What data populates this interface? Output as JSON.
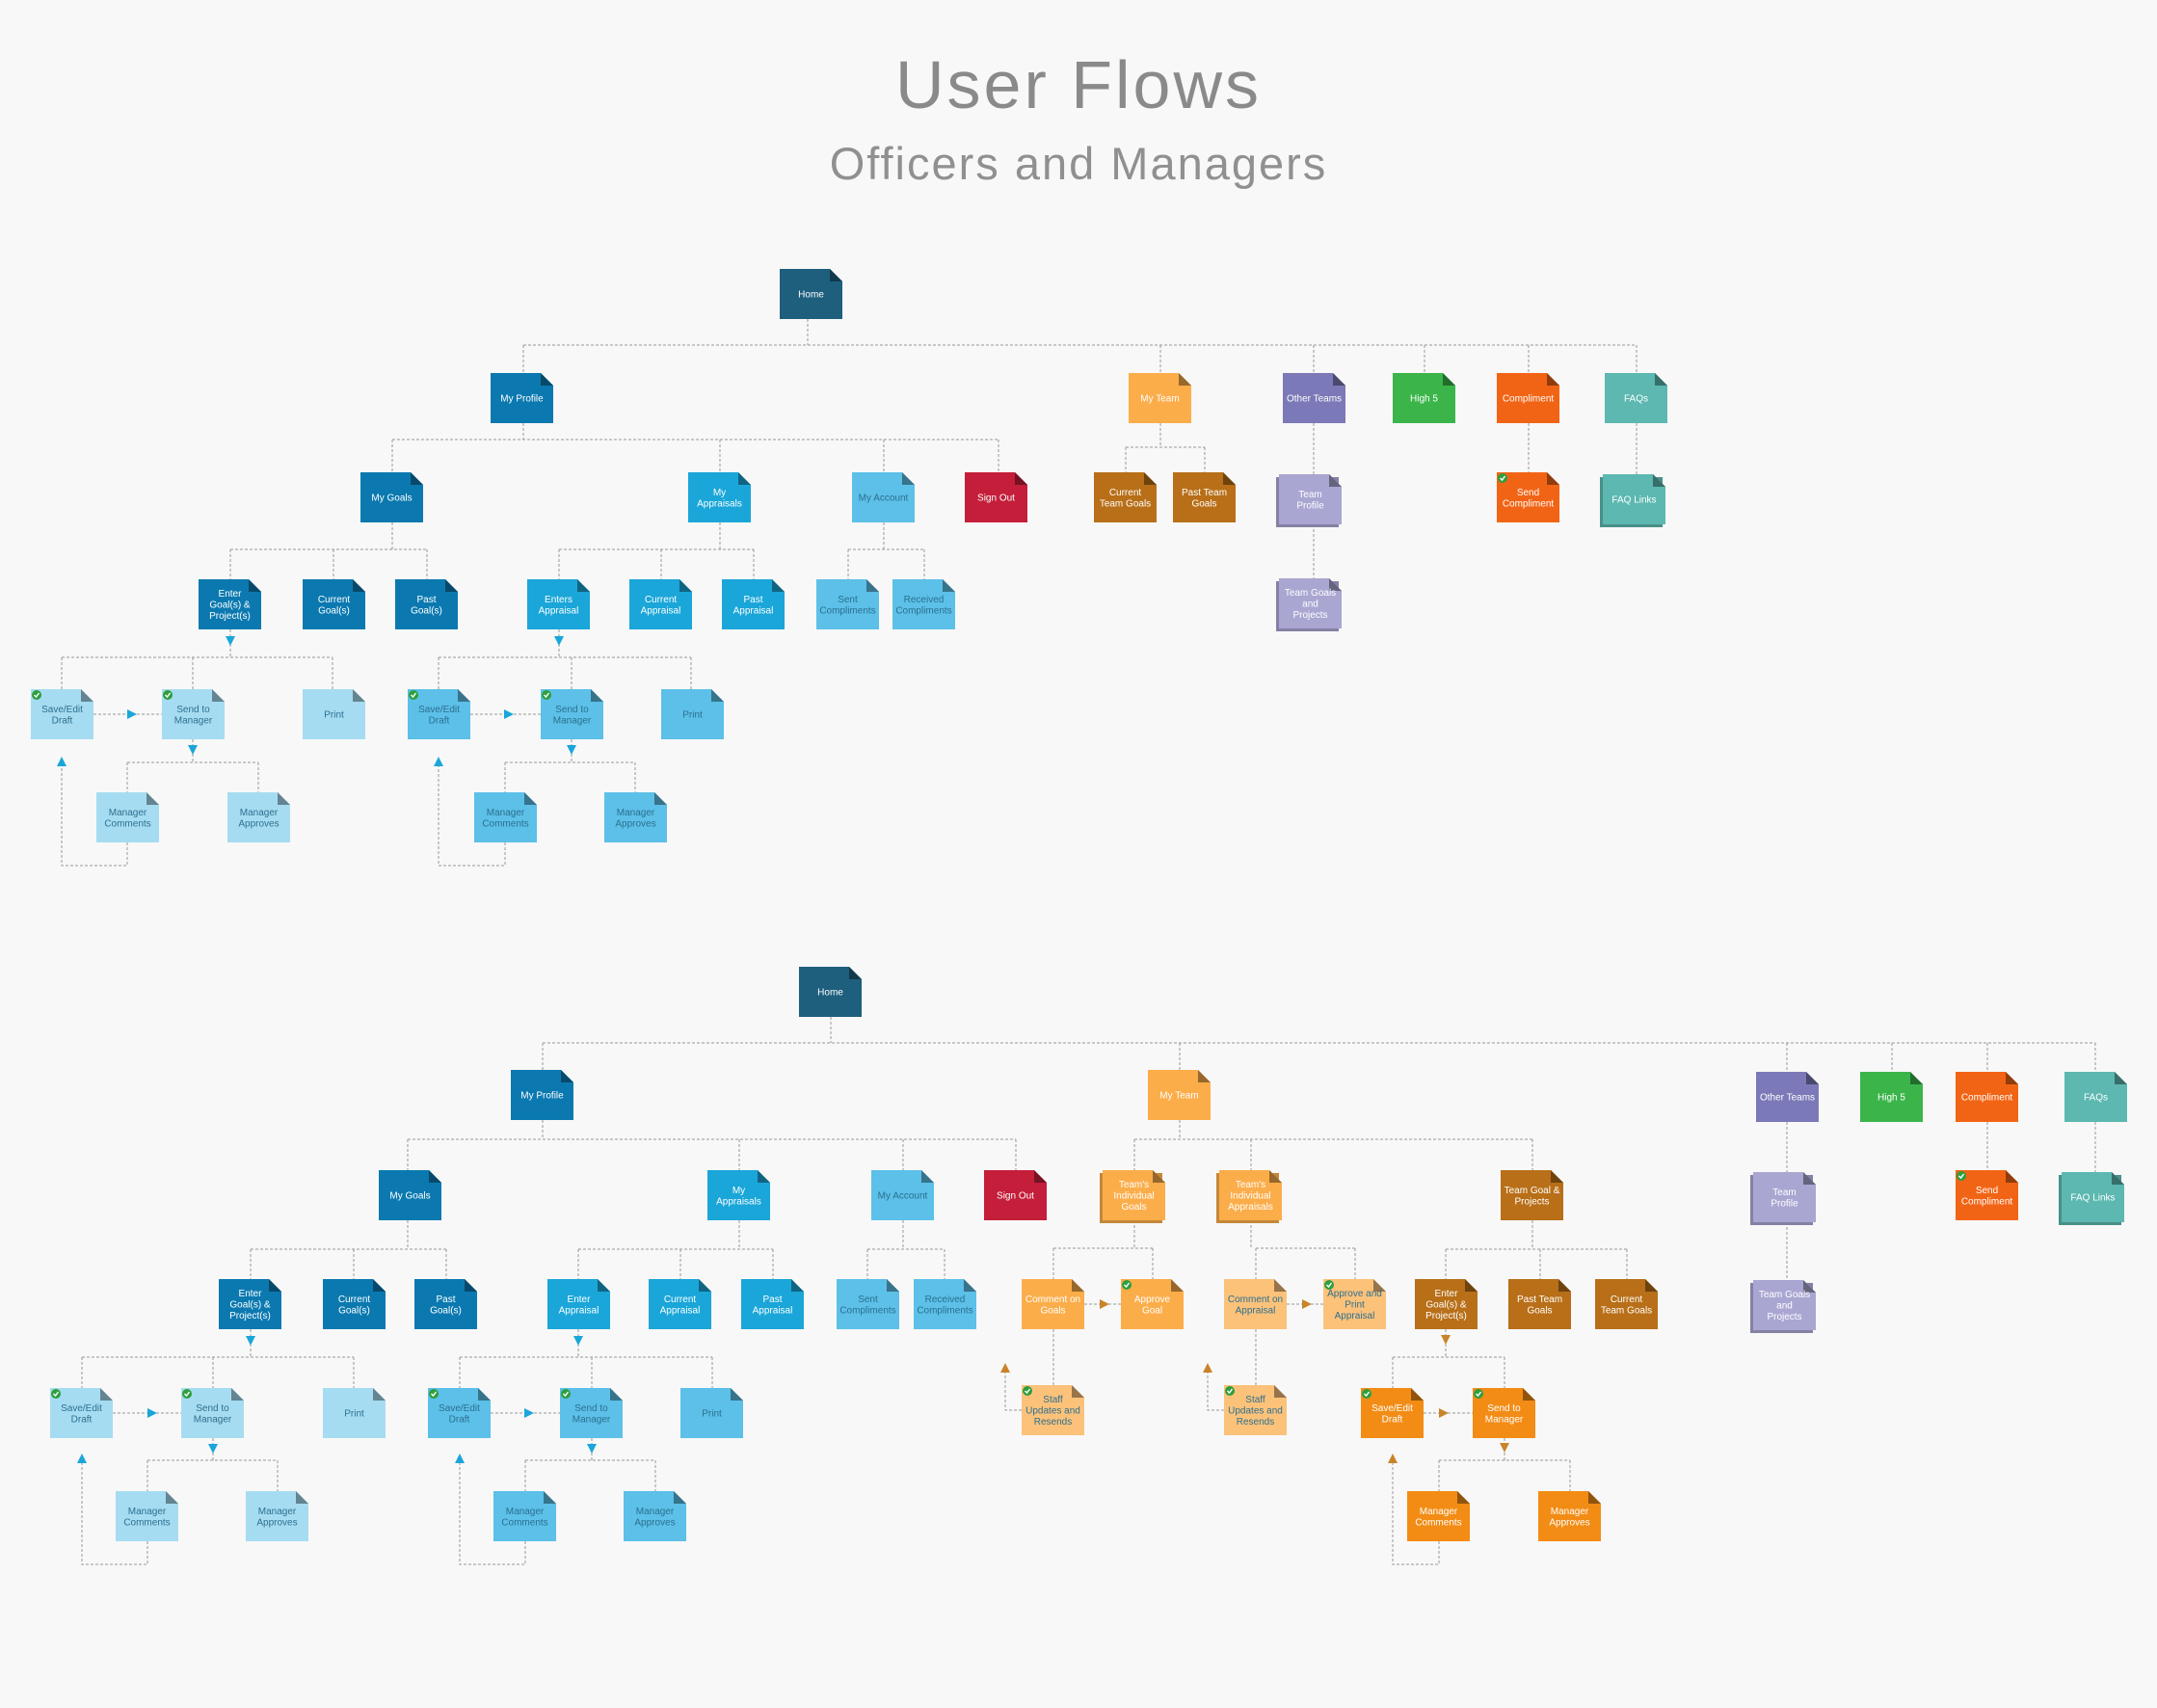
{
  "title": "User Flows",
  "subtitle": "Officers and Managers",
  "colors": {
    "home": "#1e5f7e",
    "profile": "#0b79b0",
    "profileMid": "#1aa6d9",
    "light": "#5cc0e8",
    "pale": "#a6dcf1",
    "team": "#fbad4a",
    "teamDark": "#b86f18",
    "teamLight": "#fcc27a",
    "teamOrange": "#f28c15",
    "purple": "#7b79b7",
    "purpleLight": "#a9a6d2",
    "green": "#3bb54a",
    "orange": "#f26415",
    "teal": "#5cb8b0",
    "red": "#c41e3a",
    "line": "#999999",
    "arrow": "#1aa6d9",
    "arrowOrange": "#c9842a"
  },
  "flows": [
    {
      "name": "flow-officers",
      "nodes": [
        {
          "id": "home",
          "label": "Home",
          "c": "home"
        },
        {
          "id": "profile",
          "label": "My Profile",
          "c": "profile"
        },
        {
          "id": "team",
          "label": "My Team",
          "c": "team"
        },
        {
          "id": "other",
          "label": "Other Teams",
          "c": "purple"
        },
        {
          "id": "high5",
          "label": "High 5",
          "c": "green"
        },
        {
          "id": "compl",
          "label": "Compliment",
          "c": "orange"
        },
        {
          "id": "faqs",
          "label": "FAQs",
          "c": "teal"
        },
        {
          "id": "goals",
          "label": "My Goals",
          "c": "profile"
        },
        {
          "id": "appr",
          "label": "My Appraisals",
          "c": "profileMid"
        },
        {
          "id": "acct",
          "label": "My Account",
          "c": "light"
        },
        {
          "id": "signout",
          "label": "Sign Out",
          "c": "red"
        },
        {
          "id": "curteam",
          "label": "Current Team Goals",
          "c": "teamDark"
        },
        {
          "id": "pastteam",
          "label": "Past Team Goals",
          "c": "teamDark"
        },
        {
          "id": "tprof",
          "label": "Team Profile",
          "c": "purpleLight",
          "stack": true
        },
        {
          "id": "tgoals",
          "label": "Team Goals and Projects",
          "c": "purpleLight",
          "stack": true
        },
        {
          "id": "sendc",
          "label": "Send Compliment",
          "c": "orange",
          "check": true
        },
        {
          "id": "faql",
          "label": "FAQ Links",
          "c": "teal",
          "stack": true
        },
        {
          "id": "enter",
          "label": "Enter Goal(s) & Project(s)",
          "c": "profile"
        },
        {
          "id": "curg",
          "label": "Current Goal(s)",
          "c": "profile"
        },
        {
          "id": "pastg",
          "label": "Past Goal(s)",
          "c": "profile"
        },
        {
          "id": "entapp",
          "label": "Enters Appraisal",
          "c": "profileMid"
        },
        {
          "id": "curapp",
          "label": "Current Appraisal",
          "c": "profileMid"
        },
        {
          "id": "pastapp",
          "label": "Past Appraisal",
          "c": "profileMid"
        },
        {
          "id": "sent",
          "label": "Sent Compliments",
          "c": "light"
        },
        {
          "id": "recv",
          "label": "Received Compliments",
          "c": "light"
        },
        {
          "id": "save1",
          "label": "Save/Edit Draft",
          "c": "pale",
          "check": true
        },
        {
          "id": "send1",
          "label": "Send to Manager",
          "c": "pale",
          "check": true
        },
        {
          "id": "print1",
          "label": "Print",
          "c": "pale"
        },
        {
          "id": "mc1",
          "label": "Manager Comments",
          "c": "pale"
        },
        {
          "id": "ma1",
          "label": "Manager Approves",
          "c": "pale"
        },
        {
          "id": "save2",
          "label": "Save/Edit Draft",
          "c": "light",
          "check": true
        },
        {
          "id": "send2",
          "label": "Send to Manager",
          "c": "light",
          "check": true
        },
        {
          "id": "print2",
          "label": "Print",
          "c": "light"
        },
        {
          "id": "mc2",
          "label": "Manager Comments",
          "c": "light"
        },
        {
          "id": "ma2",
          "label": "Manager Approves",
          "c": "light"
        }
      ]
    },
    {
      "name": "flow-managers",
      "nodes": [
        {
          "id": "home",
          "label": "Home",
          "c": "home"
        },
        {
          "id": "profile",
          "label": "My Profile",
          "c": "profile"
        },
        {
          "id": "team",
          "label": "My Team",
          "c": "team"
        },
        {
          "id": "other",
          "label": "Other Teams",
          "c": "purple"
        },
        {
          "id": "high5",
          "label": "High 5",
          "c": "green"
        },
        {
          "id": "compl",
          "label": "Compliment",
          "c": "orange"
        },
        {
          "id": "faqs",
          "label": "FAQs",
          "c": "teal"
        },
        {
          "id": "goals",
          "label": "My Goals",
          "c": "profile"
        },
        {
          "id": "appr",
          "label": "My Appraisals",
          "c": "profileMid"
        },
        {
          "id": "acct",
          "label": "My Account",
          "c": "light"
        },
        {
          "id": "signout",
          "label": "Sign Out",
          "c": "red"
        },
        {
          "id": "tindg",
          "label": "Team's Individual Goals",
          "c": "team",
          "stack": true
        },
        {
          "id": "tinda",
          "label": "Team's Individual Appraisals",
          "c": "team",
          "stack": true
        },
        {
          "id": "tgp",
          "label": "Team Goal & Projects",
          "c": "teamDark"
        },
        {
          "id": "tprof",
          "label": "Team Profile",
          "c": "purpleLight",
          "stack": true
        },
        {
          "id": "tgoals",
          "label": "Team Goals and Projects",
          "c": "purpleLight",
          "stack": true
        },
        {
          "id": "sendc",
          "label": "Send Compliment",
          "c": "orange",
          "check": true
        },
        {
          "id": "faql",
          "label": "FAQ Links",
          "c": "teal",
          "stack": true
        },
        {
          "id": "enter",
          "label": "Enter Goal(s) & Project(s)",
          "c": "profile"
        },
        {
          "id": "curg",
          "label": "Current Goal(s)",
          "c": "profile"
        },
        {
          "id": "pastg",
          "label": "Past Goal(s)",
          "c": "profile"
        },
        {
          "id": "entapp",
          "label": "Enter Appraisal",
          "c": "profileMid"
        },
        {
          "id": "curapp",
          "label": "Current Appraisal",
          "c": "profileMid"
        },
        {
          "id": "pastapp",
          "label": "Past Appraisal",
          "c": "profileMid"
        },
        {
          "id": "sent",
          "label": "Sent Compliments",
          "c": "light"
        },
        {
          "id": "recv",
          "label": "Received Compliments",
          "c": "light"
        },
        {
          "id": "comg",
          "label": "Comment on Goals",
          "c": "team"
        },
        {
          "id": "apg",
          "label": "Approve Goal",
          "c": "team",
          "check": true
        },
        {
          "id": "staff1",
          "label": "Staff Updates and Resends",
          "c": "teamLight",
          "check": true
        },
        {
          "id": "coma",
          "label": "Comment on Appraisal",
          "c": "teamLight"
        },
        {
          "id": "apa",
          "label": "Approve and Print Appraisal",
          "c": "teamLight",
          "check": true
        },
        {
          "id": "staff2",
          "label": "Staff Updates and Resends",
          "c": "teamLight",
          "check": true
        },
        {
          "id": "tenter",
          "label": "Enter Goal(s) & Project(s)",
          "c": "teamDark"
        },
        {
          "id": "tpast",
          "label": "Past Team Goals",
          "c": "teamDark"
        },
        {
          "id": "tcur",
          "label": "Current Team Goals",
          "c": "teamDark"
        },
        {
          "id": "tsave",
          "label": "Save/Edit Draft",
          "c": "teamOrange",
          "check": true
        },
        {
          "id": "tsend",
          "label": "Send to Manager",
          "c": "teamOrange",
          "check": true
        },
        {
          "id": "tmc",
          "label": "Manager Comments",
          "c": "teamOrange"
        },
        {
          "id": "tma",
          "label": "Manager Approves",
          "c": "teamOrange"
        },
        {
          "id": "save1",
          "label": "Save/Edit Draft",
          "c": "pale",
          "check": true
        },
        {
          "id": "send1",
          "label": "Send to Manager",
          "c": "pale",
          "check": true
        },
        {
          "id": "print1",
          "label": "Print",
          "c": "pale"
        },
        {
          "id": "mc1",
          "label": "Manager Comments",
          "c": "pale"
        },
        {
          "id": "ma1",
          "label": "Manager Approves",
          "c": "pale"
        },
        {
          "id": "save2",
          "label": "Save/Edit Draft",
          "c": "light",
          "check": true
        },
        {
          "id": "send2",
          "label": "Send to Manager",
          "c": "light",
          "check": true
        },
        {
          "id": "print2",
          "label": "Print",
          "c": "light"
        },
        {
          "id": "mc2",
          "label": "Manager Comments",
          "c": "light"
        },
        {
          "id": "ma2",
          "label": "Manager Approves",
          "c": "light"
        }
      ]
    }
  ]
}
